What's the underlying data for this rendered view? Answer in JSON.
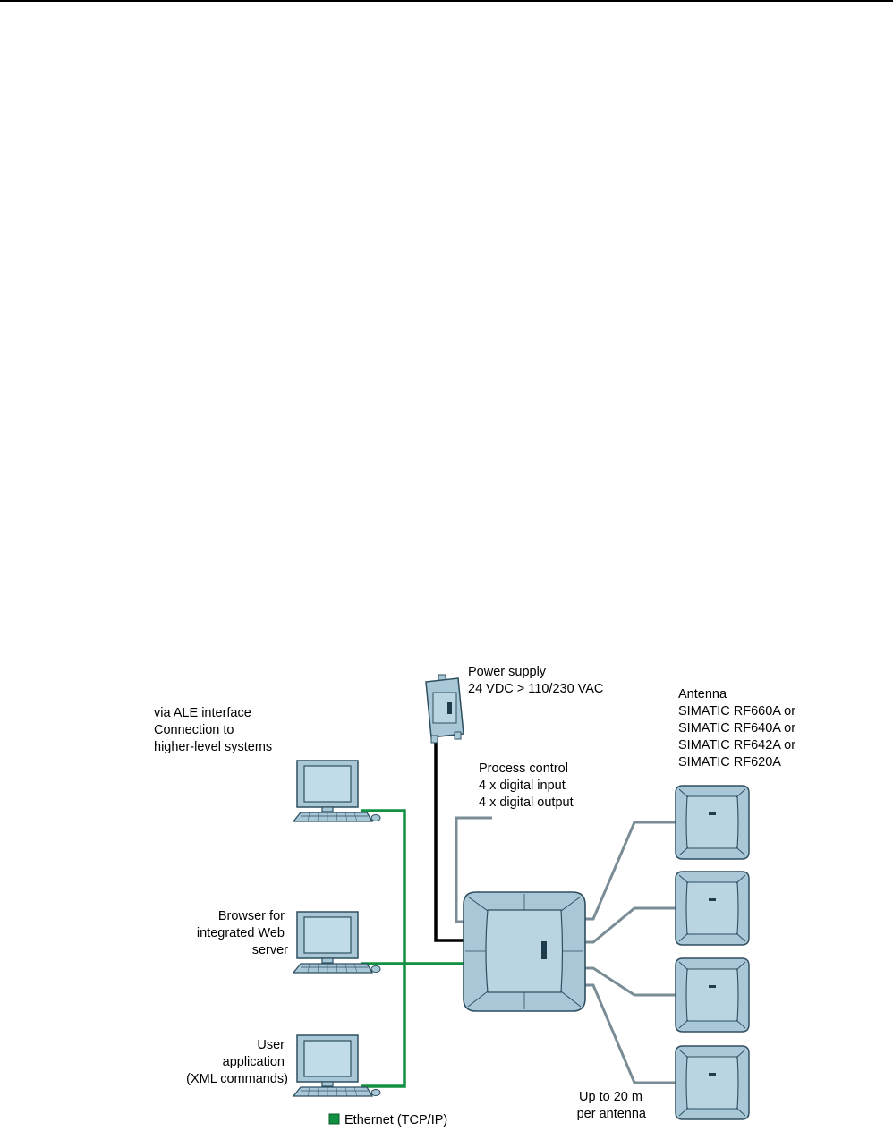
{
  "colors": {
    "device_fill": "#a8c8d8",
    "device_inner": "#b9d5e2",
    "device_stroke": "#2f4f60",
    "ethernet": "#109040",
    "antenna_cable": "#7a8c96",
    "power_cable": "#000000",
    "screen": "#bfdce8"
  },
  "labels": {
    "power_supply": [
      "Power supply",
      "24 VDC > 110/230 VAC"
    ],
    "antenna": [
      "Antenna",
      "SIMATIC RF660A or",
      "SIMATIC RF640A or",
      "SIMATIC RF642A or",
      "SIMATIC RF620A"
    ],
    "ale": [
      "via ALE interface",
      "Connection to",
      "higher-level systems"
    ],
    "process_control": [
      "Process control",
      "4 x digital input",
      "4 x digital output"
    ],
    "browser": [
      "Browser for",
      "integrated Web",
      "server"
    ],
    "user_app": [
      "User",
      "application",
      "(XML commands)"
    ],
    "cable_length": [
      "Up to 20 m",
      "per antenna"
    ],
    "legend_ethernet": "Ethernet (TCP/IP)"
  },
  "icons": {
    "computer": "computer-icon",
    "reader": "rfid-reader-icon",
    "antenna": "antenna-icon",
    "power_supply": "power-supply-icon"
  }
}
